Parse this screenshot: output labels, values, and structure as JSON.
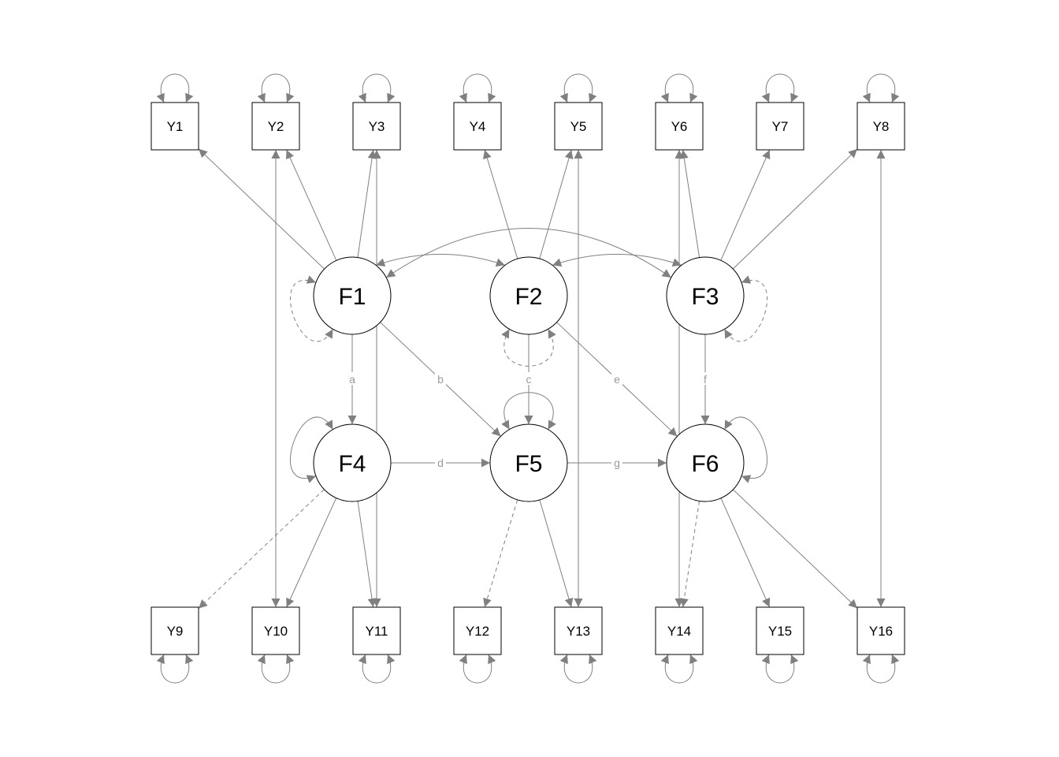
{
  "manifest_nodes": [
    "Y1",
    "Y2",
    "Y3",
    "Y4",
    "Y5",
    "Y6",
    "Y7",
    "Y8",
    "Y9",
    "Y10",
    "Y11",
    "Y12",
    "Y13",
    "Y14",
    "Y15",
    "Y16"
  ],
  "latent_nodes": [
    "F1",
    "F2",
    "F3",
    "F4",
    "F5",
    "F6"
  ],
  "path_labels": {
    "F1_F4": "a",
    "F1_F5": "b",
    "F2_F5": "c",
    "F4_F5": "d",
    "F2_F6": "e",
    "F3_F6": "f",
    "F5_F6": "g"
  },
  "edges": [
    {
      "from": "F1",
      "to": "Y1",
      "type": "directed",
      "style": "solid"
    },
    {
      "from": "F1",
      "to": "Y2",
      "type": "directed",
      "style": "solid"
    },
    {
      "from": "F1",
      "to": "Y3",
      "type": "directed",
      "style": "solid"
    },
    {
      "from": "F2",
      "to": "Y4",
      "type": "directed",
      "style": "solid"
    },
    {
      "from": "F2",
      "to": "Y5",
      "type": "directed",
      "style": "solid"
    },
    {
      "from": "F3",
      "to": "Y6",
      "type": "directed",
      "style": "solid"
    },
    {
      "from": "F3",
      "to": "Y7",
      "type": "directed",
      "style": "solid"
    },
    {
      "from": "F3",
      "to": "Y8",
      "type": "directed",
      "style": "solid"
    },
    {
      "from": "F4",
      "to": "Y9",
      "type": "directed",
      "style": "dashed"
    },
    {
      "from": "F4",
      "to": "Y10",
      "type": "directed",
      "style": "solid"
    },
    {
      "from": "F4",
      "to": "Y11",
      "type": "directed",
      "style": "solid"
    },
    {
      "from": "F5",
      "to": "Y12",
      "type": "directed",
      "style": "dashed"
    },
    {
      "from": "F5",
      "to": "Y13",
      "type": "directed",
      "style": "solid"
    },
    {
      "from": "F6",
      "to": "Y14",
      "type": "directed",
      "style": "dashed"
    },
    {
      "from": "F6",
      "to": "Y15",
      "type": "directed",
      "style": "solid"
    },
    {
      "from": "F6",
      "to": "Y16",
      "type": "directed",
      "style": "solid"
    },
    {
      "from": "F1",
      "to": "F4",
      "type": "directed",
      "style": "solid",
      "label": "a"
    },
    {
      "from": "F1",
      "to": "F5",
      "type": "directed",
      "style": "solid",
      "label": "b"
    },
    {
      "from": "F2",
      "to": "F5",
      "type": "directed",
      "style": "solid",
      "label": "c"
    },
    {
      "from": "F4",
      "to": "F5",
      "type": "directed",
      "style": "solid",
      "label": "d"
    },
    {
      "from": "F2",
      "to": "F6",
      "type": "directed",
      "style": "solid",
      "label": "e"
    },
    {
      "from": "F3",
      "to": "F6",
      "type": "directed",
      "style": "solid",
      "label": "f"
    },
    {
      "from": "F5",
      "to": "F6",
      "type": "directed",
      "style": "solid",
      "label": "g"
    },
    {
      "from": "F1",
      "to": "F2",
      "type": "covariance",
      "style": "solid"
    },
    {
      "from": "F2",
      "to": "F3",
      "type": "covariance",
      "style": "solid"
    },
    {
      "from": "F1",
      "to": "F3",
      "type": "covariance",
      "style": "solid"
    },
    {
      "from": "Y2",
      "to": "Y10",
      "type": "covariance",
      "style": "solid"
    },
    {
      "from": "Y3",
      "to": "Y11",
      "type": "covariance",
      "style": "solid"
    },
    {
      "from": "Y5",
      "to": "Y13",
      "type": "covariance",
      "style": "solid"
    },
    {
      "from": "Y6",
      "to": "Y14",
      "type": "covariance",
      "style": "solid"
    },
    {
      "from": "Y8",
      "to": "Y16",
      "type": "covariance",
      "style": "solid"
    }
  ],
  "self_loops": [
    {
      "node": "F1",
      "style": "dashed"
    },
    {
      "node": "F2",
      "style": "dashed"
    },
    {
      "node": "F3",
      "style": "dashed"
    },
    {
      "node": "F4",
      "style": "solid"
    },
    {
      "node": "F5",
      "style": "solid"
    },
    {
      "node": "F6",
      "style": "solid"
    },
    {
      "node": "Y1",
      "style": "solid"
    },
    {
      "node": "Y2",
      "style": "solid"
    },
    {
      "node": "Y3",
      "style": "solid"
    },
    {
      "node": "Y4",
      "style": "solid"
    },
    {
      "node": "Y5",
      "style": "solid"
    },
    {
      "node": "Y6",
      "style": "solid"
    },
    {
      "node": "Y7",
      "style": "solid"
    },
    {
      "node": "Y8",
      "style": "solid"
    },
    {
      "node": "Y9",
      "style": "solid"
    },
    {
      "node": "Y10",
      "style": "solid"
    },
    {
      "node": "Y11",
      "style": "solid"
    },
    {
      "node": "Y12",
      "style": "solid"
    },
    {
      "node": "Y13",
      "style": "solid"
    },
    {
      "node": "Y14",
      "style": "solid"
    },
    {
      "node": "Y15",
      "style": "solid"
    },
    {
      "node": "Y16",
      "style": "solid"
    }
  ],
  "colors": {
    "edge": "#808080",
    "edge_label": "#9a9a9a",
    "node_stroke": "#000000"
  }
}
